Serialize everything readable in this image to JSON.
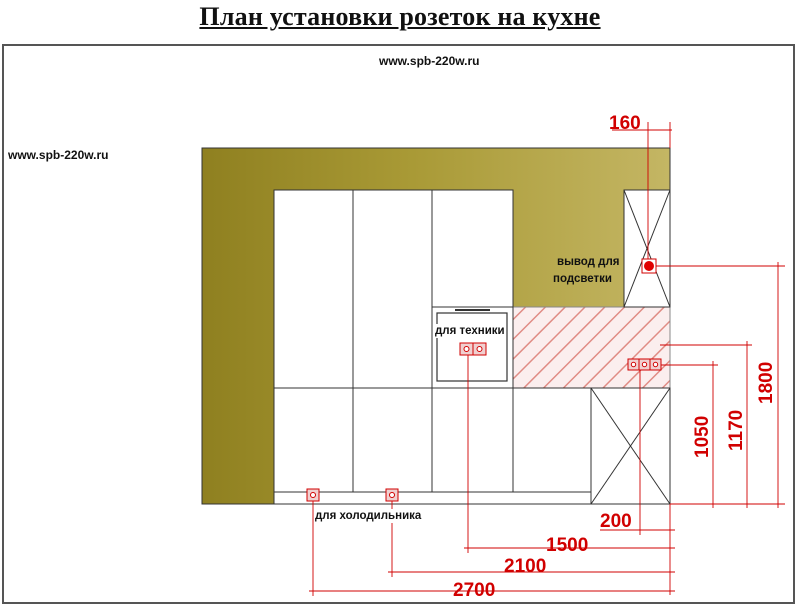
{
  "title": "План установки розеток на кухне",
  "watermarks": [
    "www.spb-220w.ru",
    "www.spb-220w.ru"
  ],
  "labels": {
    "backlight": [
      "вывод для",
      "подсветки"
    ],
    "appliances": "для техники",
    "fridge": "для холодильника"
  },
  "dimensions": {
    "d160": "160",
    "d1800": "1800",
    "d1170": "1170",
    "d1050": "1050",
    "d200": "200",
    "d1500": "1500",
    "d2100": "2100",
    "d2700": "2700"
  },
  "colors": {
    "wall": "#a99a36",
    "dimension": "#d10000",
    "hatch": "#e8a09a",
    "socket_fill": "#f0d0d0"
  }
}
